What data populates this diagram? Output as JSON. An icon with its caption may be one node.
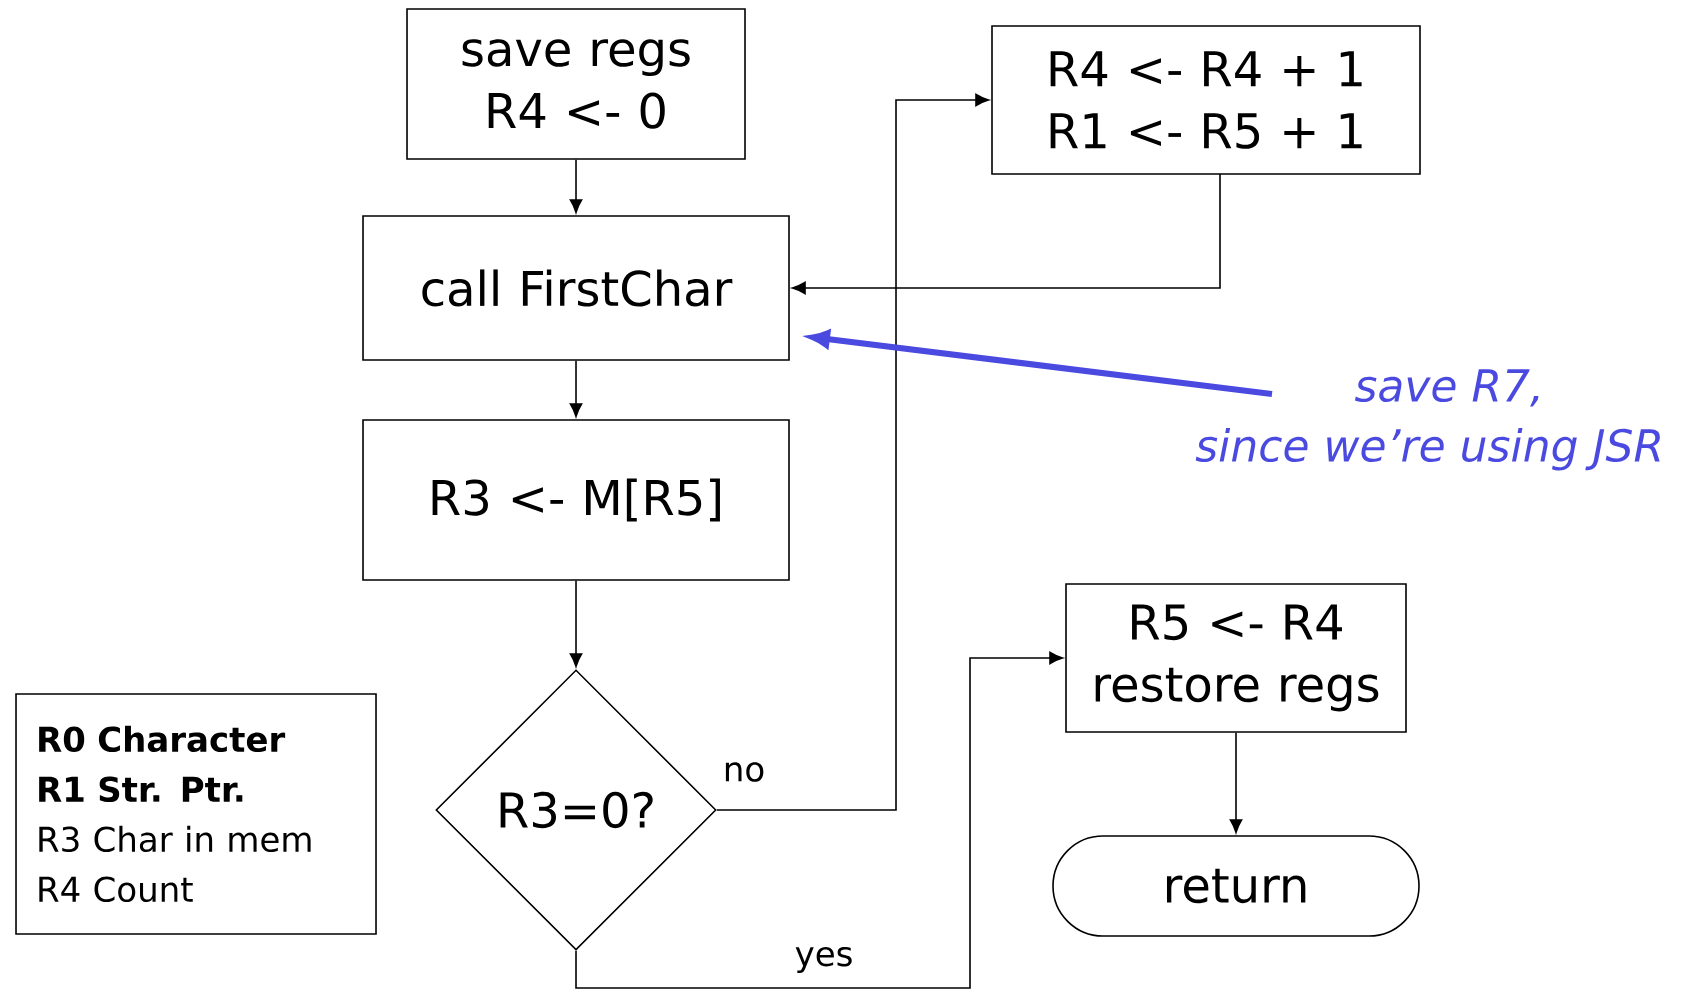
{
  "diagram": {
    "nodes": [
      {
        "text": [
          "save regs R4 <- 0"
        ]
      },
      {
        "text": [
          "call FirstChar"
        ]
      },
      {
        "text": [
          "R3 <- M[R5]"
        ]
      },
      {
        "text": [
          "R3=0?"
        ]
      },
      {
        "text": [
          "R4 <- R4 + 1 R1 <- R5 + 1"
        ]
      },
      {
        "text": [
          "R5 <- R4 restore regs"
        ]
      },
      {
        "text": [
          "return"
        ]
      },
      {
        "text": [
          "**R0 Character**",
          "**R1 Str. Ptr.**",
          "R3 Char in mem",
          "R4 Count"
        ]
      },
      {
        "text": [
          "save R7, since we’re using JSR"
        ]
      }
    ],
    "edges": [
      {
        "from": 0,
        "to": 1,
        "arrow": "to"
      },
      {
        "from": 1,
        "to": 2,
        "arrow": "to"
      },
      {
        "from": 2,
        "to": 3,
        "arrow": "to"
      },
      {
        "from": 3,
        "to": 4,
        "arrow": "to",
        "label": "no"
      },
      {
        "from": 4,
        "to": 1,
        "arrow": "to"
      },
      {
        "from": 3,
        "to": 5,
        "arrow": "to",
        "label": "yes"
      },
      {
        "from": 5,
        "to": 6,
        "arrow": "to"
      },
      {
        "from": 8,
        "to": 1,
        "arrow": "to",
        "style": "thick",
        "color": "#4a4ae0"
      }
    ]
  }
}
